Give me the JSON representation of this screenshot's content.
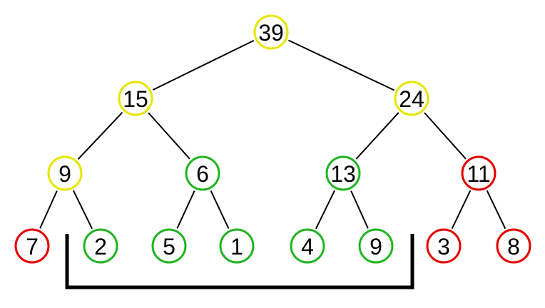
{
  "colors": {
    "yellow": "#e6e600",
    "green": "#22b422",
    "red": "#e60000",
    "edge": "#000000",
    "bracket": "#000000"
  },
  "tree": {
    "nodes": [
      {
        "id": "n0",
        "value": "39",
        "color": "yellow"
      },
      {
        "id": "n1",
        "value": "15",
        "color": "yellow"
      },
      {
        "id": "n2",
        "value": "24",
        "color": "yellow"
      },
      {
        "id": "n3",
        "value": "9",
        "color": "yellow"
      },
      {
        "id": "n4",
        "value": "6",
        "color": "green"
      },
      {
        "id": "n5",
        "value": "13",
        "color": "green"
      },
      {
        "id": "n6",
        "value": "11",
        "color": "red"
      },
      {
        "id": "n7",
        "value": "7",
        "color": "red"
      },
      {
        "id": "n8",
        "value": "2",
        "color": "green"
      },
      {
        "id": "n9",
        "value": "5",
        "color": "green"
      },
      {
        "id": "n10",
        "value": "1",
        "color": "green"
      },
      {
        "id": "n11",
        "value": "4",
        "color": "green"
      },
      {
        "id": "n12",
        "value": "9",
        "color": "green"
      },
      {
        "id": "n13",
        "value": "3",
        "color": "red"
      },
      {
        "id": "n14",
        "value": "8",
        "color": "red"
      }
    ],
    "edges": [
      [
        "n0",
        "n1"
      ],
      [
        "n0",
        "n2"
      ],
      [
        "n1",
        "n3"
      ],
      [
        "n1",
        "n4"
      ],
      [
        "n2",
        "n5"
      ],
      [
        "n2",
        "n6"
      ],
      [
        "n3",
        "n7"
      ],
      [
        "n3",
        "n8"
      ],
      [
        "n4",
        "n9"
      ],
      [
        "n4",
        "n10"
      ],
      [
        "n5",
        "n11"
      ],
      [
        "n5",
        "n12"
      ],
      [
        "n6",
        "n13"
      ],
      [
        "n6",
        "n14"
      ]
    ]
  }
}
